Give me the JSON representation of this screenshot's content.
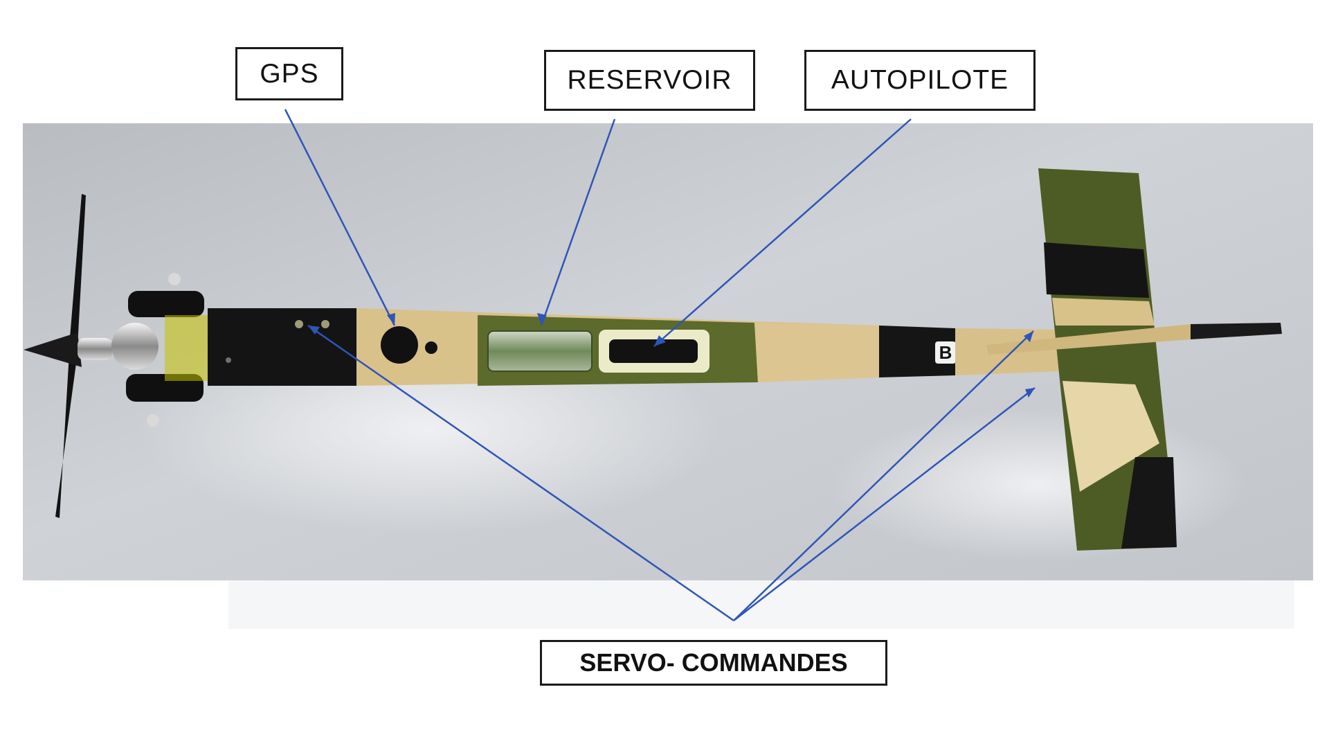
{
  "labels": {
    "gps": "GPS",
    "reservoir": "RESERVOIR",
    "autopilote": "AUTOPILOTE",
    "servo": "SERVO- COMMANDES"
  },
  "fuselage_marking": "B",
  "colors": {
    "leader_line": "#2f55b8",
    "camo_tan": "#d8c08a",
    "camo_green": "#4a5a22",
    "camo_black": "#141414",
    "background_surface": "#c4c7cc"
  }
}
